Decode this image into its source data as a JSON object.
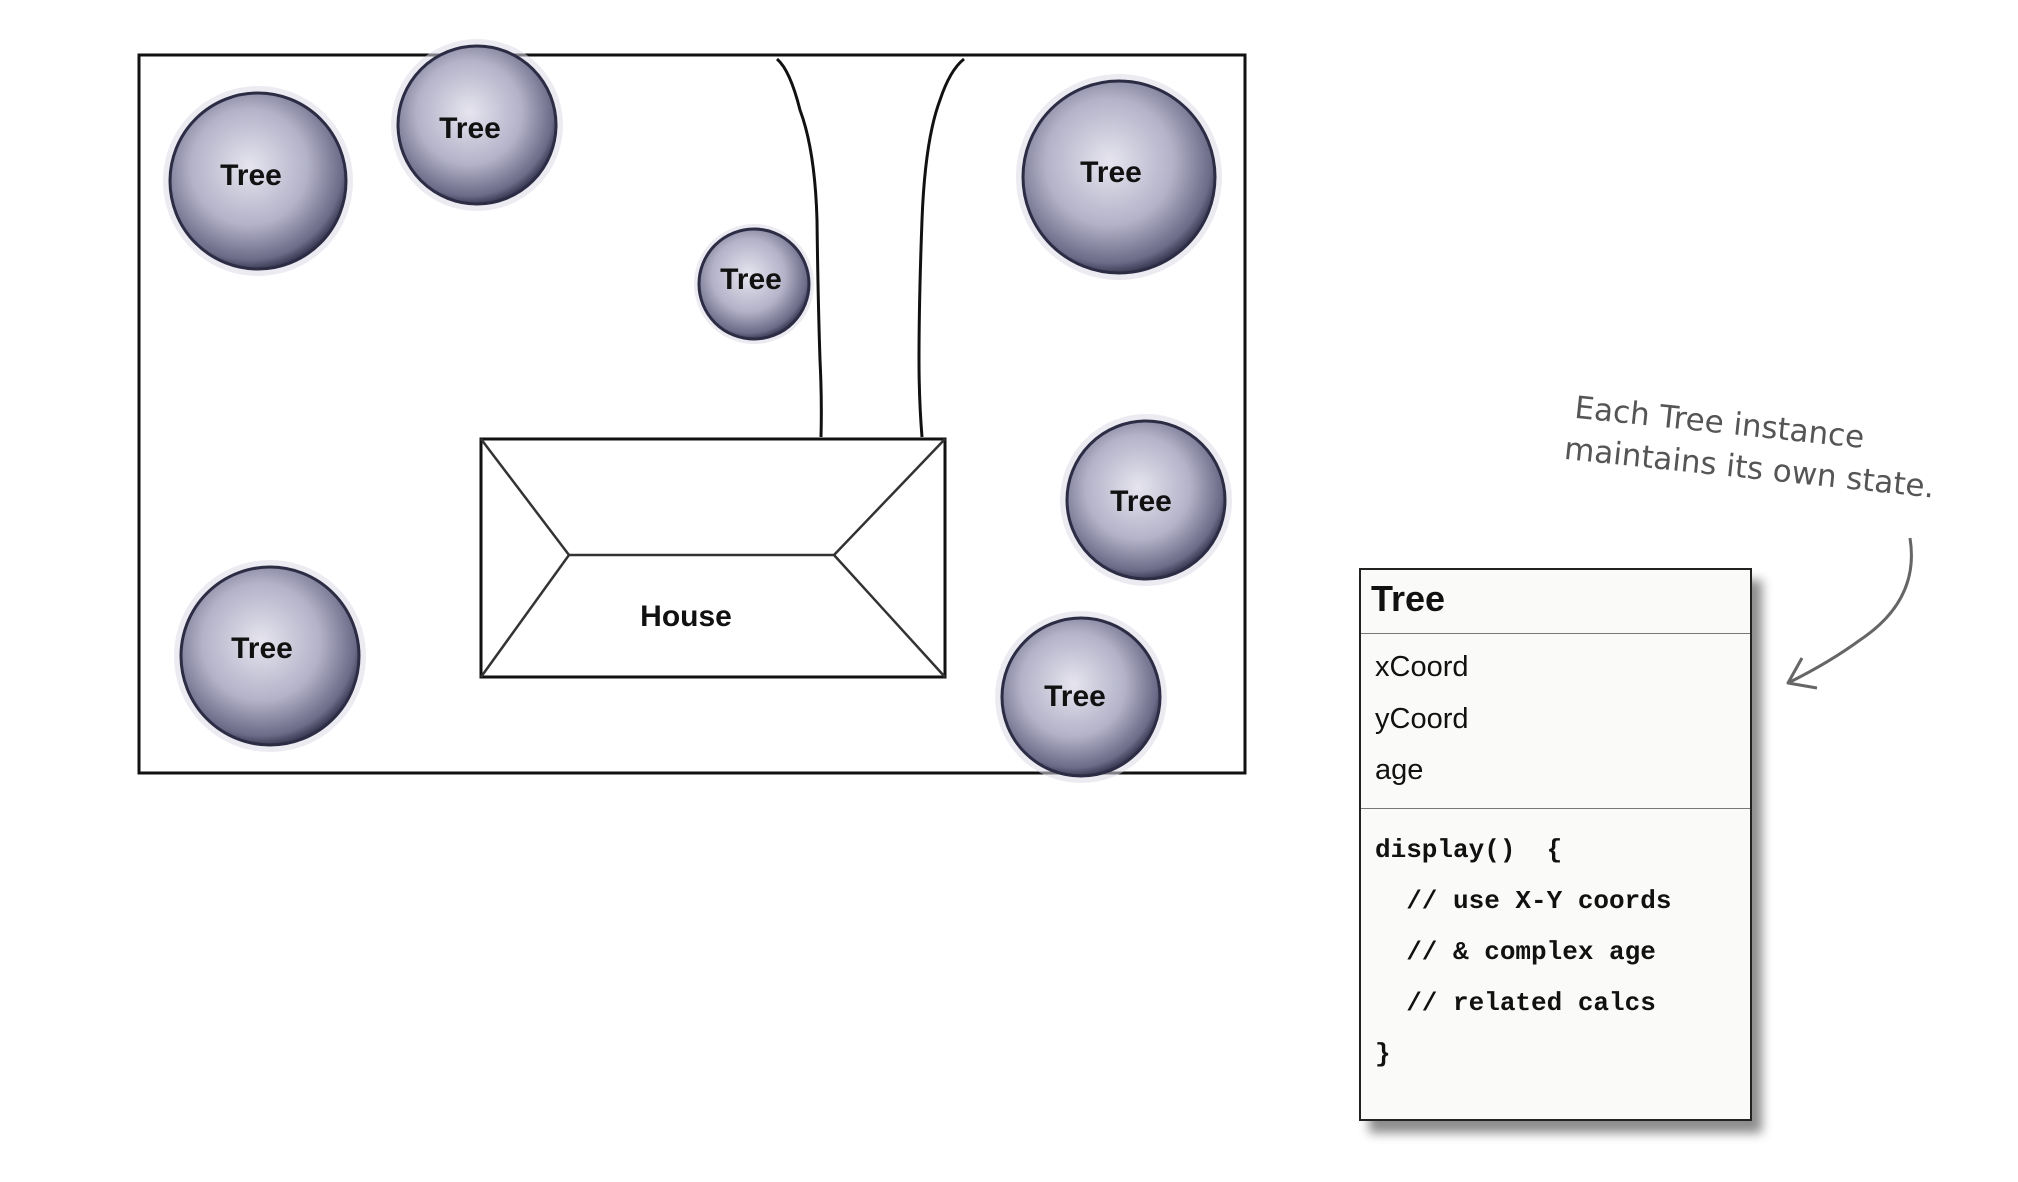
{
  "diagram": {
    "house_label": "House",
    "tree_label": "Tree",
    "annotation": {
      "line1": "Each Tree instance",
      "line2": "maintains its own state."
    }
  },
  "class_box": {
    "name": "Tree",
    "attributes": [
      "xCoord",
      "yCoord",
      "age"
    ],
    "method_lines": [
      "display()  {",
      "  // use X-Y coords",
      "  // & complex age",
      "  // related calcs",
      "}"
    ]
  },
  "colors": {
    "tree_fill": "#a9a8bf",
    "tree_edge": "#3a3a55",
    "ink": "#111111",
    "annotation": "#555555"
  }
}
